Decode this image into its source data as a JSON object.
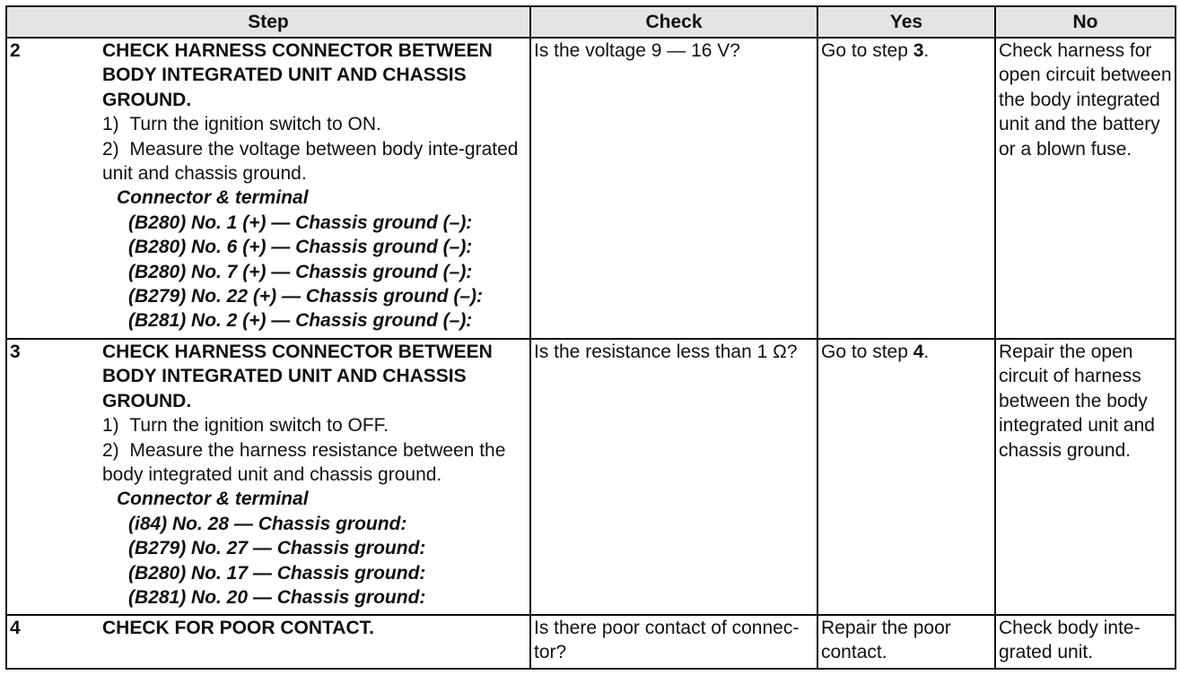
{
  "table": {
    "headers": {
      "step": "Step",
      "check": "Check",
      "yes": "Yes",
      "no": "No"
    },
    "rows": [
      {
        "num": "2",
        "title": "CHECK HARNESS CONNECTOR BETWEEN BODY INTEGRATED UNIT AND CHASSIS GROUND.",
        "instructions": [
          "1)  Turn the ignition switch to ON.",
          "2)  Measure the voltage between body inte-grated unit and chassis ground."
        ],
        "connector_heading": "Connector & terminal",
        "terminals": [
          "(B280) No. 1 (+) — Chassis ground (–):",
          "(B280) No. 6 (+) — Chassis ground (–):",
          "(B280) No. 7 (+) — Chassis ground (–):",
          "(B279) No. 22 (+) — Chassis ground (–):",
          "(B281) No. 2 (+) — Chassis ground (–):"
        ],
        "check": "Is the voltage 9 — 16 V?",
        "yes_prefix": "Go to step ",
        "yes_bold": "3",
        "yes_suffix": ".",
        "no": "Check harness for open circuit between the body integrated unit and the battery or a blown fuse."
      },
      {
        "num": "3",
        "title": "CHECK HARNESS CONNECTOR BETWEEN BODY INTEGRATED UNIT AND CHASSIS GROUND.",
        "instructions": [
          "1)  Turn the ignition switch to OFF.",
          "2)  Measure the harness resistance between the body integrated unit and chassis ground."
        ],
        "connector_heading": "Connector & terminal",
        "terminals": [
          "(i84) No. 28 — Chassis ground:",
          "(B279) No. 27 — Chassis ground:",
          "(B280) No. 17 — Chassis ground:",
          "(B281) No. 20 — Chassis ground:"
        ],
        "check": "Is the resistance less than 1 Ω?",
        "yes_prefix": "Go to step ",
        "yes_bold": "4",
        "yes_suffix": ".",
        "no": "Repair the open circuit of harness between the body integrated unit and chassis ground."
      },
      {
        "num": "4",
        "title": "CHECK FOR POOR CONTACT.",
        "check": "Is there poor contact of connec-tor?",
        "yes_prefix": "Repair the poor contact.",
        "no": "Check body inte-grated unit."
      }
    ]
  }
}
